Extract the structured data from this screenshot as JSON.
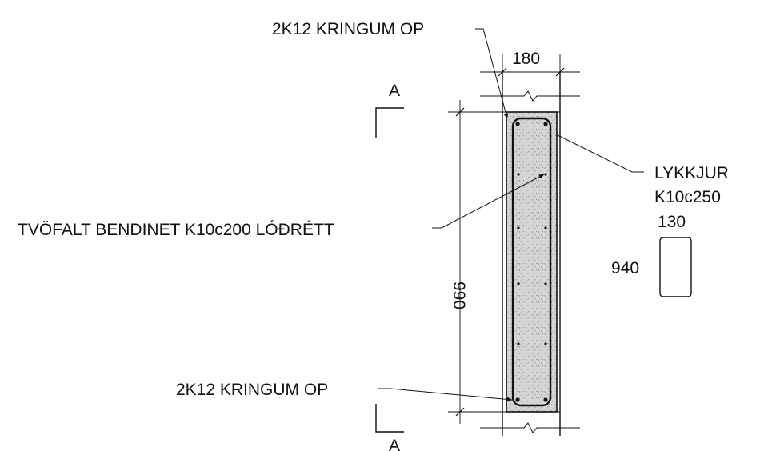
{
  "labels": {
    "top_rebar_note": "2K12 KRINGUM OP",
    "bottom_rebar_note": "2K12 KRINGUM OP",
    "mesh_note": "TVÖFALT BENDINET K10c200 LÓÐRÉTT",
    "loops_title": "LYKKJUR",
    "loops_spec": "K10c250",
    "loop_width": "130",
    "loop_height": "940",
    "section_mark_top": "A",
    "section_mark_bottom": "A",
    "wall_thickness": "180",
    "opening_height": "990"
  },
  "colors": {
    "line": "#111111",
    "concrete_fill": "#d9d9d9",
    "background": "#ffffff"
  }
}
